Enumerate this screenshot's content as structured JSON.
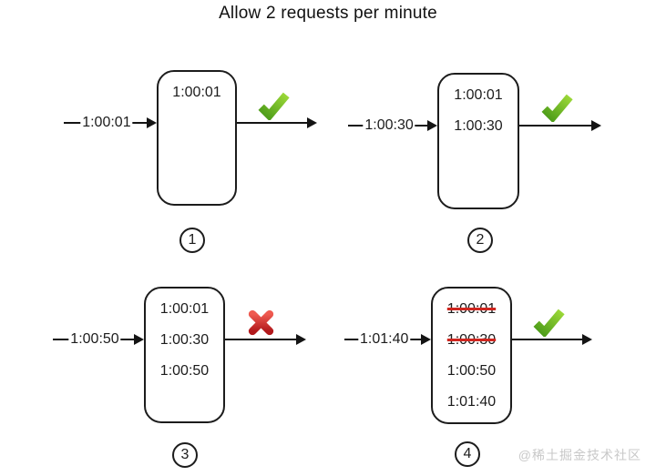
{
  "title": "Allow 2 requests per minute",
  "watermark": "@稀土掘金技术社区",
  "colors": {
    "line": "#141414",
    "check_green_light": "#9bd838",
    "check_green_dark": "#4a9a18",
    "cross_red_light": "#ef5a50",
    "cross_red_dark": "#b2191c",
    "strike_red": "#d0261f",
    "watermark_gray": "#c8c8c8"
  },
  "panels": [
    {
      "number": "1",
      "incoming": "1:00:01",
      "result": "allow",
      "entries": [
        {
          "text": "1:00:01",
          "struck": false
        }
      ]
    },
    {
      "number": "2",
      "incoming": "1:00:30",
      "result": "allow",
      "entries": [
        {
          "text": "1:00:01",
          "struck": false
        },
        {
          "text": "1:00:30",
          "struck": false
        }
      ]
    },
    {
      "number": "3",
      "incoming": "1:00:50",
      "result": "deny",
      "entries": [
        {
          "text": "1:00:01",
          "struck": false
        },
        {
          "text": "1:00:30",
          "struck": false
        },
        {
          "text": "1:00:50",
          "struck": false
        }
      ]
    },
    {
      "number": "4",
      "incoming": "1:01:40",
      "result": "allow",
      "entries": [
        {
          "text": "1:00:01",
          "struck": true
        },
        {
          "text": "1:00:30",
          "struck": true
        },
        {
          "text": "1:00:50",
          "struck": false
        },
        {
          "text": "1:01:40",
          "struck": false
        }
      ]
    }
  ]
}
